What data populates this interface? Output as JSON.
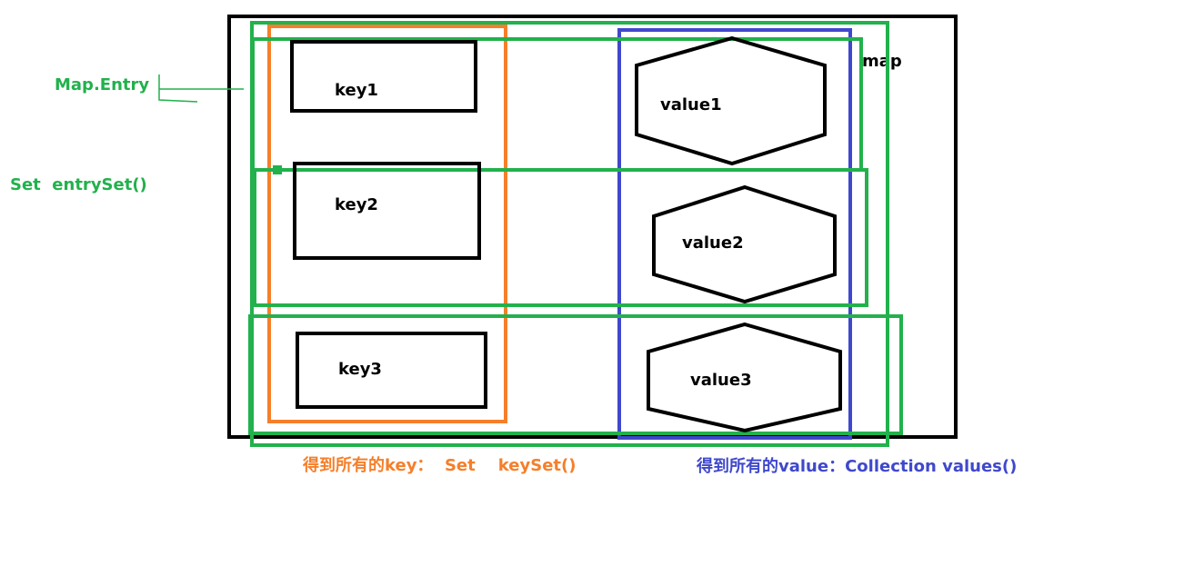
{
  "diagram": {
    "map_label": "map",
    "entry_label": "Map.Entry",
    "entry_set_label": "Set  entrySet()",
    "keys": [
      "key1",
      "key2",
      "key3"
    ],
    "values": [
      "value1",
      "value2",
      "value3"
    ],
    "keyset_caption": "得到所有的key：  Set    keySet()",
    "values_caption": "得到所有的value：Collection values()"
  },
  "colors": {
    "map_border": "#000000",
    "entry_green": "#22b14c",
    "keyset_orange": "#f57f2a",
    "values_blue": "#3f48cc",
    "shape_stroke": "#000000"
  }
}
